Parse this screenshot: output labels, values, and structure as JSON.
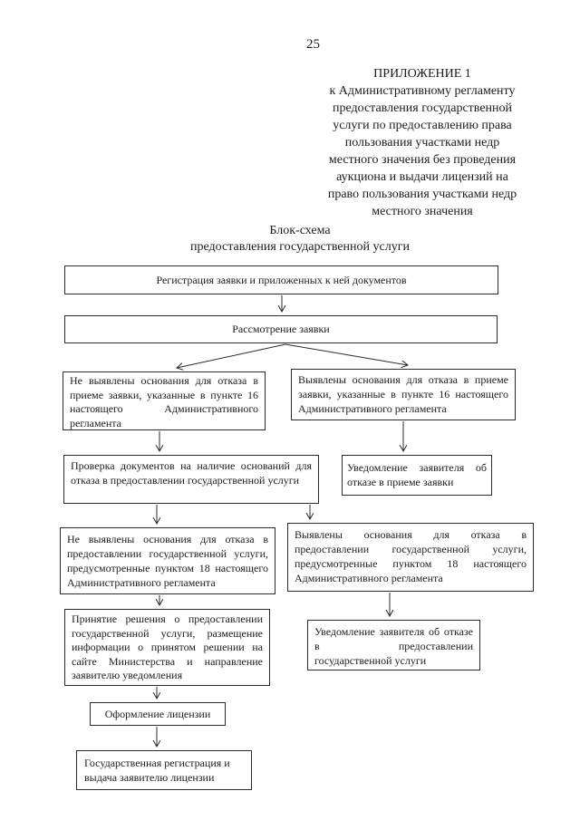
{
  "page": {
    "number": "25"
  },
  "appendix": {
    "lines": [
      "ПРИЛОЖЕНИЕ 1",
      "к Административному регламенту",
      "предоставления государственной",
      "услуги по предоставлению права",
      "пользования участками недр",
      "местного значения без проведения",
      "аукциона и выдачи лицензий на",
      "право пользования участками недр",
      "местного значения"
    ]
  },
  "title": {
    "line1": "Блок-схема",
    "line2": "предоставления государственной услуги"
  },
  "flowchart": {
    "nodes": [
      {
        "id": "registration",
        "text": "Регистрация заявки и приложенных к ней документов"
      },
      {
        "id": "review",
        "text": "Рассмотрение заявки"
      },
      {
        "id": "no-grounds-refuse-acceptance",
        "text": "Не выявлены основания для отказа в приеме заявки, указанные в пункте 16 настоящего Административного регламента"
      },
      {
        "id": "grounds-refuse-acceptance",
        "text": "Выявлены основания для отказа в приеме заявки, указанные в пункте 16 настоящего Административного регламента"
      },
      {
        "id": "document-check",
        "text": "Проверка документов на наличие оснований для отказа в предоставлении государственной услуги"
      },
      {
        "id": "notice-refusal-acceptance",
        "text": "Уведомление заявителя об отказе в приеме заявки"
      },
      {
        "id": "no-grounds-refuse-provision",
        "text": "Не выявлены основания для отказа в предоставлении государственной услуги, предусмотренные пунктом 18 настоящего Административного регламента"
      },
      {
        "id": "grounds-refuse-provision",
        "text": "Выявлены основания для отказа в предоставлении государственной услуги, предусмотренные пунктом 18 настоящего Административного регламента"
      },
      {
        "id": "decision-provision",
        "text": "Принятие решения о предоставлении государственной услуги, размещение информации о принятом решении на сайте Министерства и направление заявителю уведомления"
      },
      {
        "id": "notice-refusal-provision",
        "text": "Уведомление заявителя об отказе в предоставлении государственной услуги"
      },
      {
        "id": "license-processing",
        "text": "Оформление лицензии"
      },
      {
        "id": "state-registration",
        "text": "Государственная регистрация и выдача заявителю лицензии"
      }
    ],
    "edges": [
      {
        "from": "registration",
        "to": "review"
      },
      {
        "from": "review",
        "to": "no-grounds-refuse-acceptance"
      },
      {
        "from": "review",
        "to": "grounds-refuse-acceptance"
      },
      {
        "from": "no-grounds-refuse-acceptance",
        "to": "document-check"
      },
      {
        "from": "grounds-refuse-acceptance",
        "to": "notice-refusal-acceptance"
      },
      {
        "from": "document-check",
        "to": "no-grounds-refuse-provision"
      },
      {
        "from": "document-check",
        "to": "grounds-refuse-provision"
      },
      {
        "from": "no-grounds-refuse-provision",
        "to": "decision-provision"
      },
      {
        "from": "grounds-refuse-provision",
        "to": "notice-refusal-provision"
      },
      {
        "from": "decision-provision",
        "to": "license-processing"
      },
      {
        "from": "license-processing",
        "to": "state-registration"
      }
    ],
    "colors": {
      "line": "#2b2b2b",
      "text": "#1c1c1c",
      "background": "#ffffff"
    }
  }
}
